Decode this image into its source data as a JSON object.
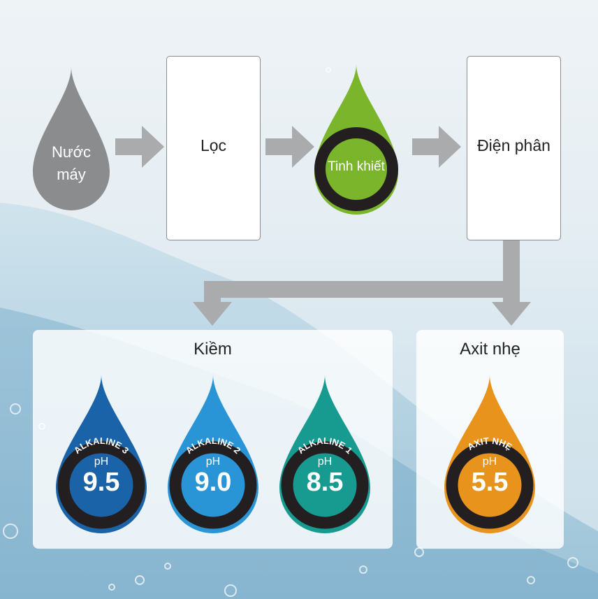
{
  "source": {
    "label_line1": "Nước",
    "label_line2": "máy"
  },
  "filter": {
    "label": "Lọc"
  },
  "pure": {
    "label": "Tinh khiết"
  },
  "electrolysis": {
    "label": "Điện phân"
  },
  "alkaline_group": {
    "title": "Kiềm"
  },
  "acid_group": {
    "title": "Axit nhẹ"
  },
  "ph_label": "pH",
  "drops": [
    {
      "ring_text": "ALKALINE 3",
      "ph": "9.5",
      "color": "#1a63a8"
    },
    {
      "ring_text": "ALKALINE 2",
      "ph": "9.0",
      "color": "#2a95d6"
    },
    {
      "ring_text": "ALKALINE 1",
      "ph": "8.5",
      "color": "#179a8f"
    },
    {
      "ring_text": "AXIT NHẸ",
      "ph": "5.5",
      "color": "#e8931c"
    }
  ],
  "colors": {
    "source_drop": "#8a8c8e",
    "pure_drop": "#7ab52c",
    "arrow": "#a9abac",
    "ring": "#231f20"
  }
}
